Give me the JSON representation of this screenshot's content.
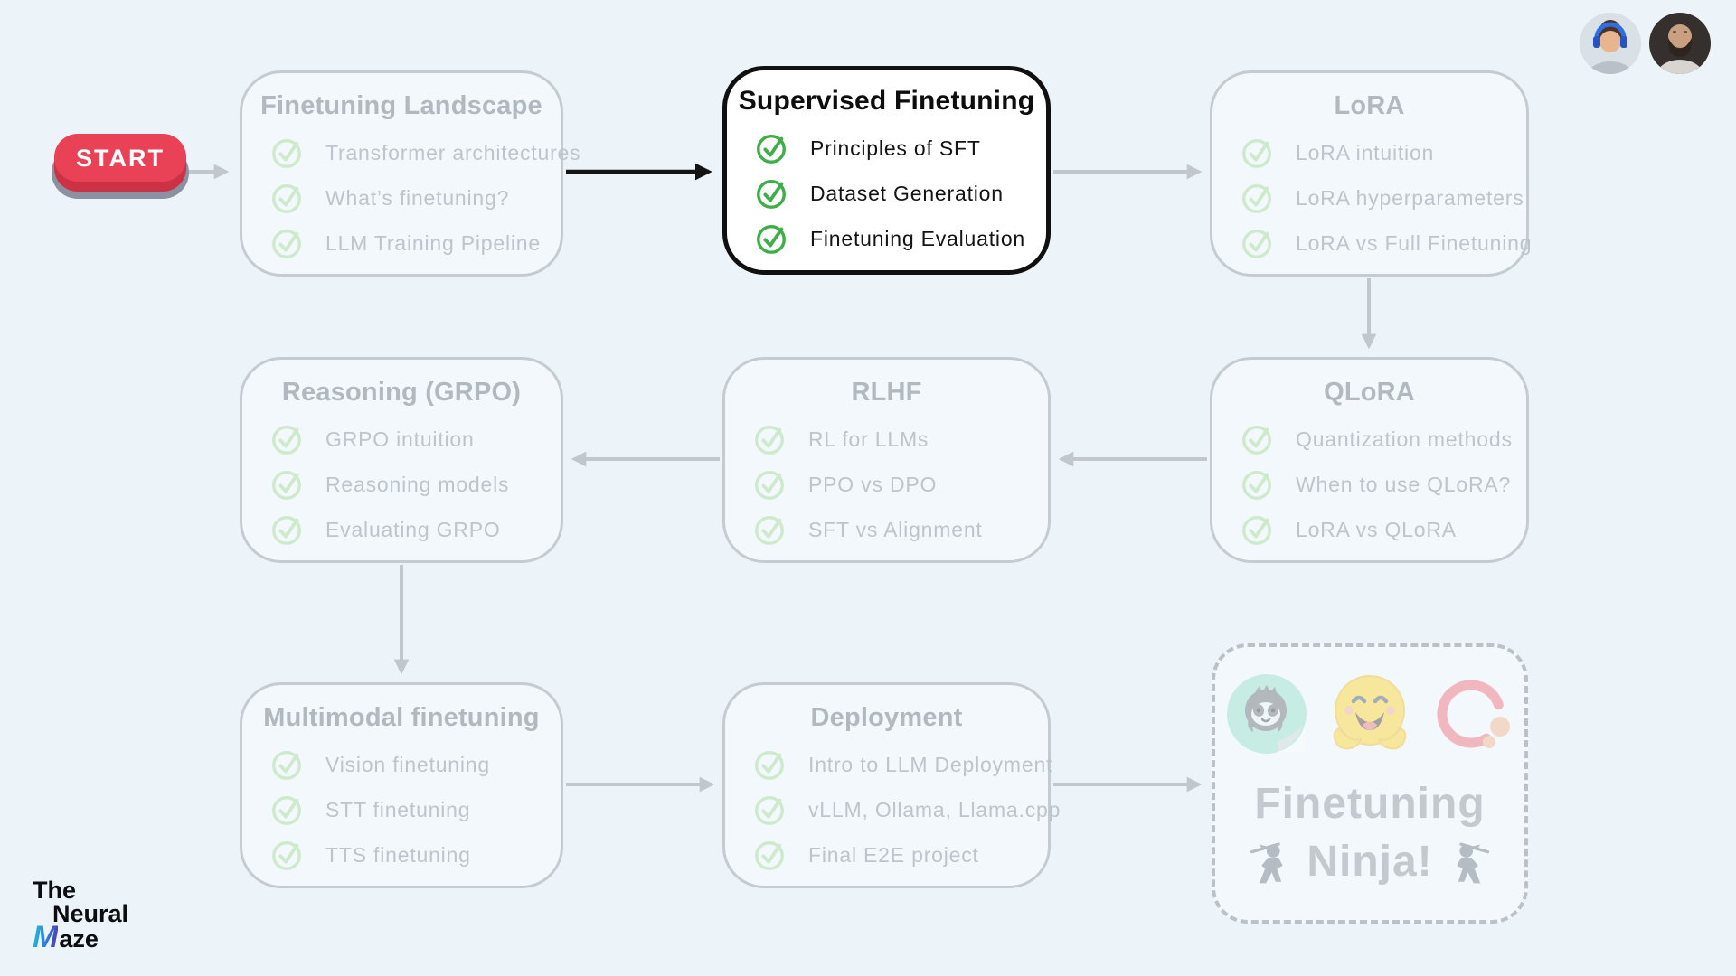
{
  "start_button": {
    "label": "START"
  },
  "avatars": [
    {
      "name": "man-with-blue-headphones"
    },
    {
      "name": "bald-man-with-beard"
    }
  ],
  "cards": [
    {
      "id": "finetuning-landscape",
      "title": "Finetuning Landscape",
      "state": "completed-faded",
      "items": [
        "Transformer architectures",
        "What’s finetuning?",
        "LLM Training Pipeline"
      ]
    },
    {
      "id": "supervised-finetuning",
      "title": "Supervised Finetuning",
      "state": "active",
      "items": [
        "Principles of SFT",
        "Dataset Generation",
        "Finetuning Evaluation"
      ]
    },
    {
      "id": "lora",
      "title": "LoRA",
      "state": "faded",
      "items": [
        "LoRA intuition",
        "LoRA hyperparameters",
        "LoRA vs Full Finetuning"
      ]
    },
    {
      "id": "reasoning-grpo",
      "title": "Reasoning (GRPO)",
      "state": "faded",
      "items": [
        "GRPO intuition",
        "Reasoning models",
        "Evaluating GRPO"
      ]
    },
    {
      "id": "rlhf",
      "title": "RLHF",
      "state": "faded",
      "items": [
        "RL for LLMs",
        "PPO vs DPO",
        "SFT vs Alignment"
      ]
    },
    {
      "id": "qlora",
      "title": "QLoRA",
      "state": "faded",
      "items": [
        "Quantization methods",
        "When to use QLoRA?",
        "LoRA vs QLoRA"
      ]
    },
    {
      "id": "multimodal-finetuning",
      "title": "Multimodal finetuning",
      "state": "faded",
      "items": [
        "Vision finetuning",
        "STT finetuning",
        "TTS finetuning"
      ]
    },
    {
      "id": "deployment",
      "title": "Deployment",
      "state": "faded",
      "items": [
        "Intro to LLM Deployment",
        "vLLM, Ollama, Llama.cpp",
        "Final E2E project"
      ]
    }
  ],
  "final_card": {
    "line1": "Finetuning",
    "line2": "Ninja!",
    "icons": [
      "unsloth-sticker",
      "hugging-face-emoji",
      "comet-logo"
    ]
  },
  "edges": [
    {
      "from": "start",
      "to": "finetuning-landscape",
      "style": "gray"
    },
    {
      "from": "finetuning-landscape",
      "to": "supervised-finetuning",
      "style": "black"
    },
    {
      "from": "supervised-finetuning",
      "to": "lora",
      "style": "gray"
    },
    {
      "from": "lora",
      "to": "qlora",
      "style": "gray"
    },
    {
      "from": "qlora",
      "to": "rlhf",
      "style": "gray"
    },
    {
      "from": "rlhf",
      "to": "reasoning-grpo",
      "style": "gray"
    },
    {
      "from": "reasoning-grpo",
      "to": "multimodal-finetuning",
      "style": "gray"
    },
    {
      "from": "multimodal-finetuning",
      "to": "deployment",
      "style": "gray"
    },
    {
      "from": "deployment",
      "to": "finetuning-ninja",
      "style": "gray"
    }
  ],
  "logo": {
    "line1": "The",
    "line2": "Neural",
    "line3_initial": "M",
    "line3_rest": "aze"
  },
  "colors": {
    "background": "#ecf4f9",
    "card_border_faded": "#c6cbd1",
    "card_border_active": "#101010",
    "faded_text": "#bec4cb",
    "check_green": "#3fae49",
    "check_green_faded": "#cfe9cd",
    "start_red": "#e94256",
    "start_base_gray": "#8b90a2",
    "arrow_gray": "#c2c7cd",
    "arrow_black": "#141414",
    "unsloth_mint": "#8edcc6",
    "hugging_face_yellow": "#ffd21e",
    "comet_red": "#ef5f6b"
  }
}
